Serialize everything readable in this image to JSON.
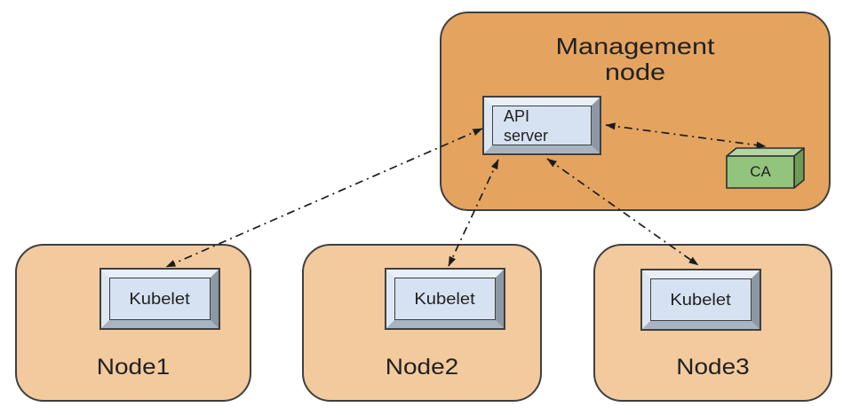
{
  "management_node": {
    "label": "Management\nnode"
  },
  "api_server": {
    "label": "API\nserver"
  },
  "ca": {
    "label": "CA"
  },
  "nodes": [
    {
      "label": "Node1",
      "component": "Kubelet"
    },
    {
      "label": "Node2",
      "component": "Kubelet"
    },
    {
      "label": "Node3",
      "component": "Kubelet"
    }
  ],
  "connections": [
    {
      "from": "API server",
      "to": "Kubelet (Node1)",
      "line_style": "dash-dot",
      "bidirectional": true
    },
    {
      "from": "API server",
      "to": "Kubelet (Node2)",
      "line_style": "dash-dot",
      "bidirectional": true
    },
    {
      "from": "API server",
      "to": "Kubelet (Node3)",
      "line_style": "dash-dot",
      "bidirectional": true
    },
    {
      "from": "API server",
      "to": "CA",
      "line_style": "dash-dot",
      "bidirectional": true
    }
  ],
  "colors": {
    "mgmt_fill": "#e4a460",
    "node_fill": "#f2ca9d",
    "outline": "#3f3f3f",
    "bevel_face": "#d6e2f1",
    "bevel_top": "#e9eff7",
    "bevel_left": "#dde7f2",
    "bevel_right": "#8d98a6",
    "bevel_bottom": "#a9b4c2",
    "ca_front": "#93c47d",
    "ca_top": "#b4d5a0",
    "ca_side": "#6f9b55",
    "ca_outline": "#2e2e2e",
    "arrow": "#1c1c1c",
    "text": "#212121"
  }
}
